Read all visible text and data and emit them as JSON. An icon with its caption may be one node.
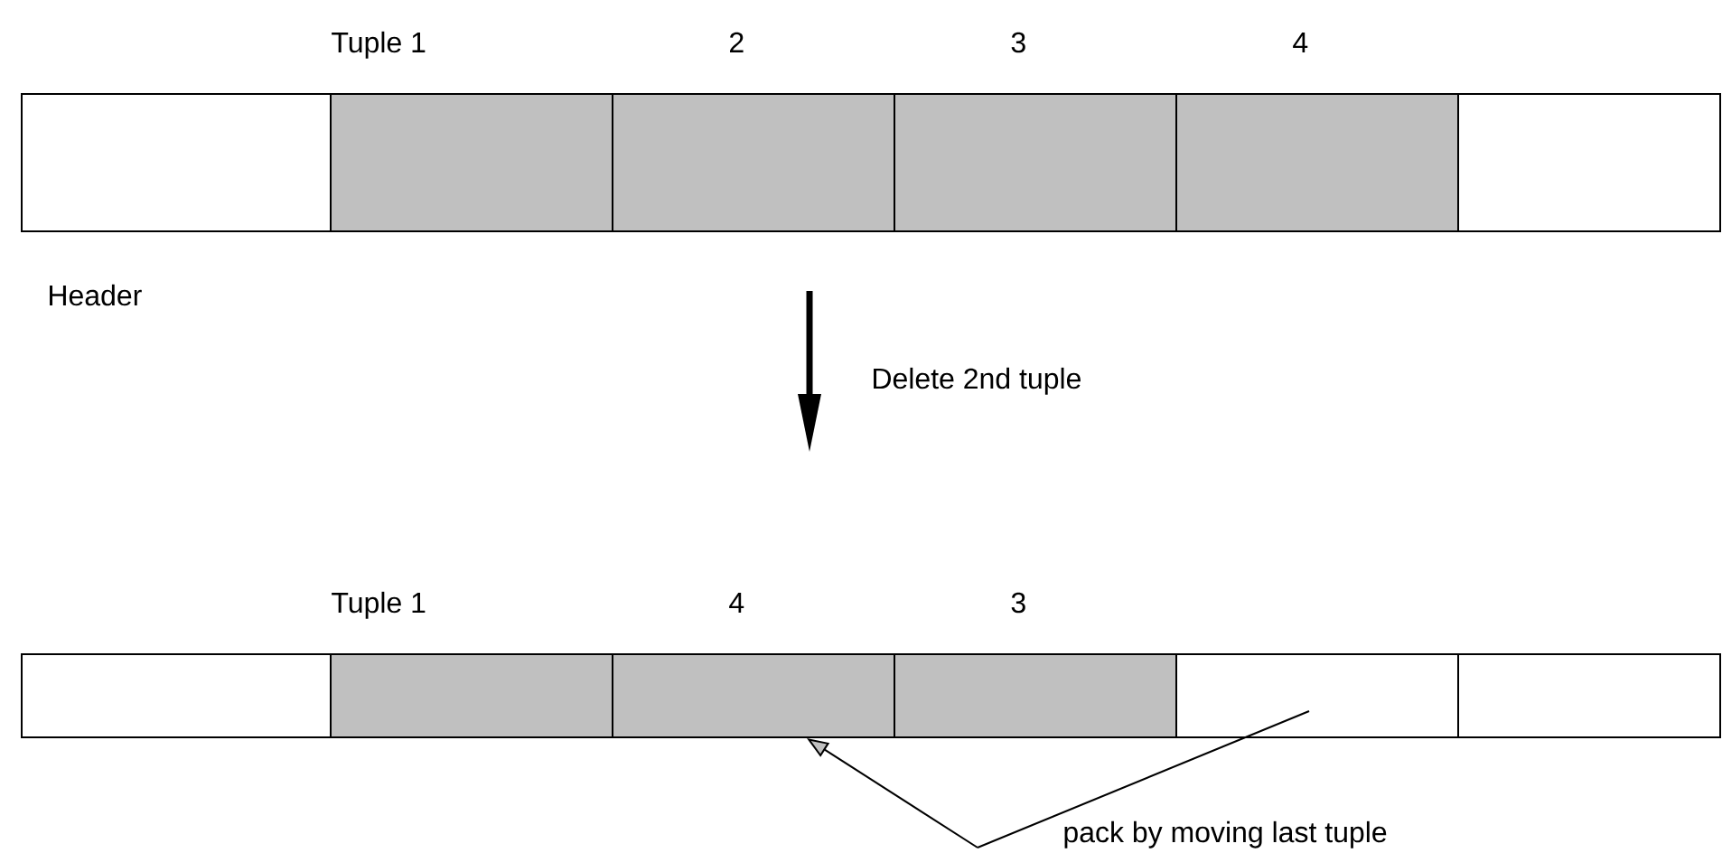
{
  "diagram": {
    "nodes": [
      {
        "text": [],
        "shape": "box"
      },
      {
        "text": [
          "Tuple 1"
        ]
      },
      {
        "text": [
          "2"
        ]
      },
      {
        "text": [
          "3"
        ]
      },
      {
        "text": [
          "4"
        ]
      },
      {
        "text": [],
        "shape": "box"
      },
      {
        "text": [],
        "shape": "box"
      },
      {
        "text": [
          "Tuple 1"
        ]
      },
      {
        "text": [
          "4"
        ]
      },
      {
        "text": [
          "3"
        ]
      },
      {
        "text": [],
        "shape": "box"
      },
      {
        "text": [],
        "shape": "box"
      },
      {
        "text": [
          "pack by moving last tuple"
        ]
      }
    ],
    "edges": [
      {
        "from": 12,
        "to": 8,
        "arrow": "to"
      },
      {
        "from": 12,
        "to": 10,
        "arrow": "none"
      }
    ],
    "labels": [
      "Header",
      "Delete 2nd tuple"
    ]
  }
}
